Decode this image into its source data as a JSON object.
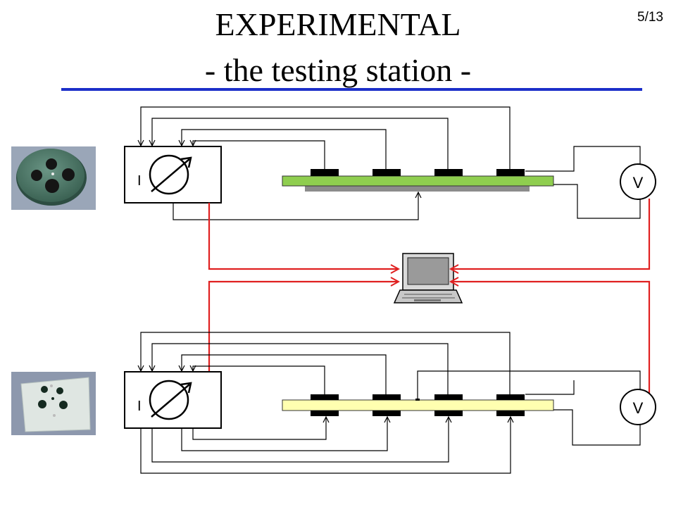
{
  "slide": {
    "title_line1": "EXPERIMENTAL",
    "title_line2": "- the testing station -",
    "page_number": "5/13"
  },
  "instruments": {
    "current_source_label": "I",
    "voltmeter_label": "V"
  },
  "colors": {
    "title_rule": "#1c2fc9",
    "data_link": "#e02020",
    "sample_top_substrate": "#8fce4f",
    "sample_top_support": "#8c8c8c",
    "sample_bottom_substrate": "#ffffb0",
    "contact_pads": "#000000",
    "photo_top_disc": "#4e7a6b",
    "photo_bottom_plate": "#dfe6e2"
  },
  "icons": [
    "current-source-icon",
    "voltmeter-icon",
    "laptop-icon",
    "disc-sample-photo",
    "plate-sample-photo"
  ]
}
